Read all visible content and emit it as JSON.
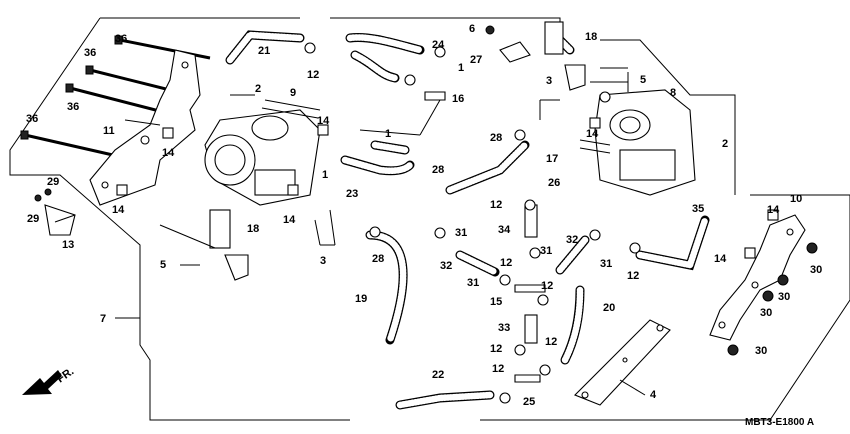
{
  "diagram": {
    "drawing_code": "MBT3-E1800 A",
    "direction_label": "FR.",
    "callouts": [
      {
        "id": "c36a",
        "text": "36"
      },
      {
        "id": "c36b",
        "text": "36"
      },
      {
        "id": "c36c",
        "text": "36"
      },
      {
        "id": "c36d",
        "text": "36"
      },
      {
        "id": "c2a",
        "text": "2"
      },
      {
        "id": "c2b",
        "text": "2"
      },
      {
        "id": "c9",
        "text": "9"
      },
      {
        "id": "c11",
        "text": "11"
      },
      {
        "id": "c14a",
        "text": "14"
      },
      {
        "id": "c14b",
        "text": "14"
      },
      {
        "id": "c14c",
        "text": "14"
      },
      {
        "id": "c14d",
        "text": "14"
      },
      {
        "id": "c14e",
        "text": "14"
      },
      {
        "id": "c14f",
        "text": "14"
      },
      {
        "id": "c14g",
        "text": "14"
      },
      {
        "id": "c29a",
        "text": "29"
      },
      {
        "id": "c29b",
        "text": "29"
      },
      {
        "id": "c13",
        "text": "13"
      },
      {
        "id": "c5a",
        "text": "5"
      },
      {
        "id": "c5b",
        "text": "5"
      },
      {
        "id": "c18a",
        "text": "18"
      },
      {
        "id": "c18b",
        "text": "18"
      },
      {
        "id": "c3a",
        "text": "3"
      },
      {
        "id": "c3b",
        "text": "3"
      },
      {
        "id": "c7",
        "text": "7"
      },
      {
        "id": "c19",
        "text": "19"
      },
      {
        "id": "c21",
        "text": "21"
      },
      {
        "id": "c12a",
        "text": "12"
      },
      {
        "id": "c1a",
        "text": "1"
      },
      {
        "id": "c1b",
        "text": "1"
      },
      {
        "id": "c1c",
        "text": "1"
      },
      {
        "id": "c24",
        "text": "24"
      },
      {
        "id": "c16",
        "text": "16"
      },
      {
        "id": "c23",
        "text": "23"
      },
      {
        "id": "c28a",
        "text": "28"
      },
      {
        "id": "c28b",
        "text": "28"
      },
      {
        "id": "c28c",
        "text": "28"
      },
      {
        "id": "c6",
        "text": "6"
      },
      {
        "id": "c27",
        "text": "27"
      },
      {
        "id": "c17",
        "text": "17"
      },
      {
        "id": "c26",
        "text": "26"
      },
      {
        "id": "c12b",
        "text": "12"
      },
      {
        "id": "c12c",
        "text": "12"
      },
      {
        "id": "c12d",
        "text": "12"
      },
      {
        "id": "c12e",
        "text": "12"
      },
      {
        "id": "c12f",
        "text": "12"
      },
      {
        "id": "c12g",
        "text": "12"
      },
      {
        "id": "c12h",
        "text": "12"
      },
      {
        "id": "c31a",
        "text": "31"
      },
      {
        "id": "c31b",
        "text": "31"
      },
      {
        "id": "c31c",
        "text": "31"
      },
      {
        "id": "c31d",
        "text": "31"
      },
      {
        "id": "c34",
        "text": "34"
      },
      {
        "id": "c32a",
        "text": "32"
      },
      {
        "id": "c32b",
        "text": "32"
      },
      {
        "id": "c15",
        "text": "15"
      },
      {
        "id": "c33",
        "text": "33"
      },
      {
        "id": "c25",
        "text": "25"
      },
      {
        "id": "c22",
        "text": "22"
      },
      {
        "id": "c20",
        "text": "20"
      },
      {
        "id": "c35",
        "text": "35"
      },
      {
        "id": "c4",
        "text": "4"
      },
      {
        "id": "c8",
        "text": "8"
      },
      {
        "id": "c10",
        "text": "10"
      },
      {
        "id": "c30a",
        "text": "30"
      },
      {
        "id": "c30b",
        "text": "30"
      },
      {
        "id": "c30c",
        "text": "30"
      },
      {
        "id": "c30d",
        "text": "30"
      }
    ]
  }
}
